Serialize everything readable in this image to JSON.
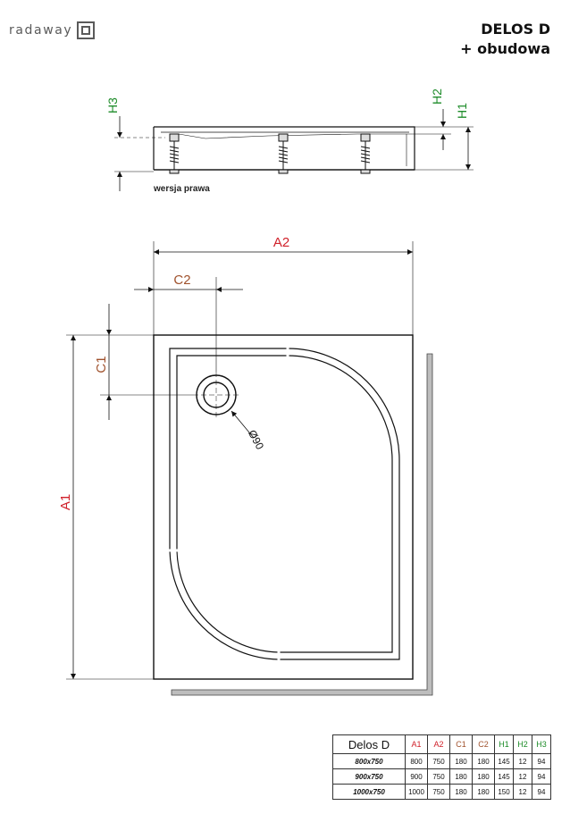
{
  "brand": {
    "name": "radaway"
  },
  "product": {
    "title_line1": "DELOS D",
    "title_line2": "+ obudowa"
  },
  "side_view": {
    "version_label": "wersja prawa"
  },
  "dimension_labels": {
    "A1": "A1",
    "A2": "A2",
    "C1": "C1",
    "C2": "C2",
    "H1": "H1",
    "H2": "H2",
    "H3": "H3",
    "drain": "Ø90"
  },
  "label_colors": {
    "A": "#d0202a",
    "C": "#a0522d",
    "H": "#1e8c2a"
  },
  "table": {
    "headers": [
      "Delos D",
      "A1",
      "A2",
      "C1",
      "C2",
      "H1",
      "H2",
      "H3"
    ],
    "rows": [
      [
        "800x750",
        "800",
        "750",
        "180",
        "180",
        "145",
        "12",
        "94"
      ],
      [
        "900x750",
        "900",
        "750",
        "180",
        "180",
        "145",
        "12",
        "94"
      ],
      [
        "1000x750",
        "1000",
        "750",
        "180",
        "180",
        "150",
        "12",
        "94"
      ]
    ]
  }
}
